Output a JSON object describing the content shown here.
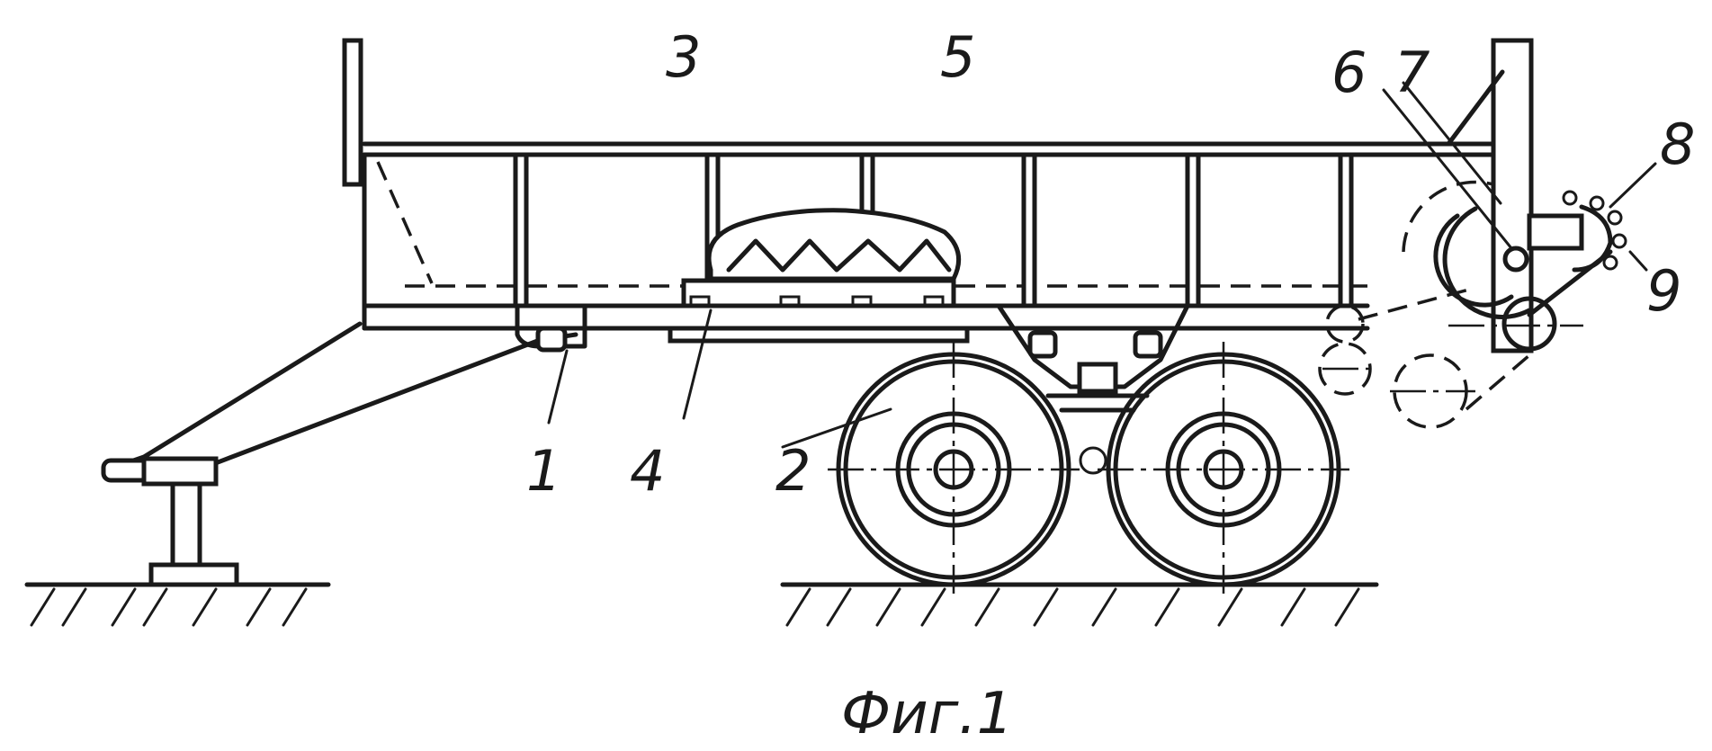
{
  "labels": {
    "l1": "1",
    "l2": "2",
    "l3": "3",
    "l4": "4",
    "l5": "5",
    "l6": "6",
    "l7": "7",
    "l8": "8",
    "l9": "9"
  },
  "caption": "Фиг.1"
}
